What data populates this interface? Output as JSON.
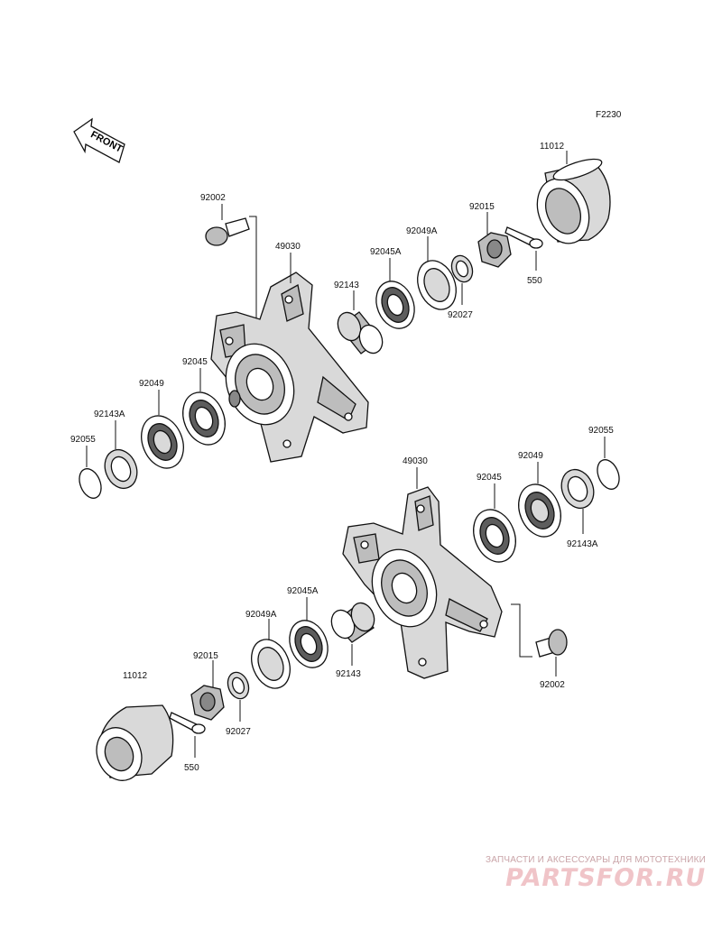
{
  "figure_code": "F2230",
  "front_label": "FRONT",
  "watermark": {
    "tagline": "ЗАПЧАСТИ И АКСЕССУАРЫ ДЛЯ МОТОТЕХНИКИ",
    "logo": "PARTSFOR.RU"
  },
  "upper_assembly": {
    "cover": "11012",
    "hub_bolt": "92002",
    "hub": "49030",
    "spacer": "92143",
    "outer_bearing": "92045A",
    "outer_seal": "92049A",
    "castle_nut": "92015",
    "cotter_pin": "550",
    "washer": "92027",
    "inner_bearing": "92045",
    "inner_seal": "92049",
    "collar": "92143A",
    "o_ring": "92055"
  },
  "lower_assembly": {
    "hub": "49030",
    "inner_bearing": "92045",
    "inner_seal": "92049",
    "o_ring": "92055",
    "collar": "92143A",
    "outer_bearing": "92045A",
    "outer_seal": "92049A",
    "spacer": "92143",
    "castle_nut": "92015",
    "cover": "11012",
    "washer": "92027",
    "cotter_pin": "550",
    "hub_bolt": "92002"
  }
}
